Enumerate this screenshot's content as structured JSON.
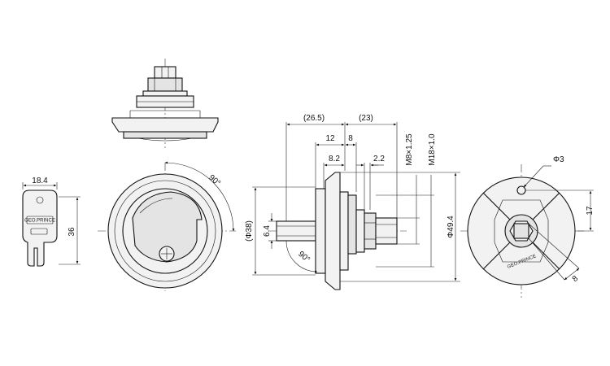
{
  "dimensions": {
    "key_width": "18.4",
    "key_height": "36",
    "rotation_angle_front": "90°",
    "bore_diameter": "(Φ38)",
    "shaft_size": "6.4",
    "rotation_angle_side": "90°",
    "overall_length_front": "(26.5)",
    "overall_length_rear": "(23)",
    "length_12": "12",
    "length_8": "8",
    "length_8_2": "8.2",
    "length_2_2": "2.2",
    "thread_small": "M8×1.25",
    "thread_large": "M18×1.0",
    "flange_diameter": "Φ49.4",
    "hole_diameter": "Φ3",
    "hole_offset": "17",
    "square_size": "8"
  },
  "markings": {
    "key_brand": "GEO.PRINCE",
    "body_brand": "GEO.PRINCE"
  }
}
